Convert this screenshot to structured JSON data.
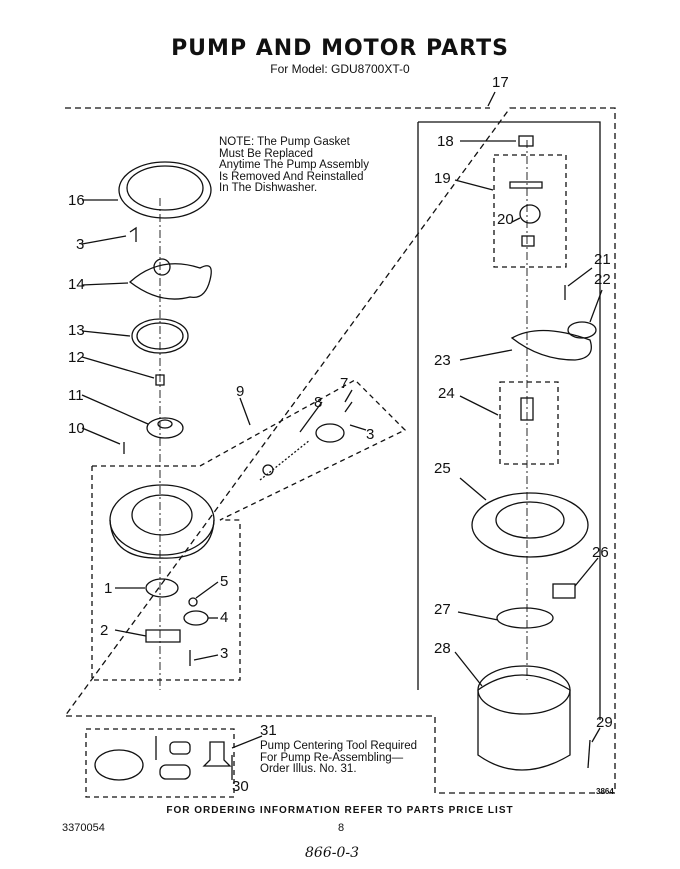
{
  "header": {
    "title": "PUMP AND MOTOR PARTS",
    "model": "For Model: GDU8700XT-0"
  },
  "note": "NOTE: The Pump Gasket\nMust Be Replaced\nAnytime The Pump Assembly\nIs Removed And Reinstalled\nIn The Dishwasher.",
  "tool_note": "Pump Centering Tool Required\nFor Pump Re-Assembling—\nOrder Illus. No. 31.",
  "callouts": {
    "c1": "1",
    "c2": "2",
    "c3a": "3",
    "c3b": "3",
    "c3c": "3",
    "c4": "4",
    "c5": "5",
    "c7": "7",
    "c8": "8",
    "c9": "9",
    "c10": "10",
    "c11": "11",
    "c12": "12",
    "c13": "13",
    "c14": "14",
    "c16": "16",
    "c17": "17",
    "c18": "18",
    "c19": "19",
    "c20": "20",
    "c21": "21",
    "c22": "22",
    "c23": "23",
    "c24": "24",
    "c25": "25",
    "c26": "26",
    "c27": "27",
    "c28": "28",
    "c29": "29",
    "c30": "30",
    "c31": "31"
  },
  "footer": {
    "ordering": "FOR ORDERING INFORMATION REFER TO PARTS PRICE LIST",
    "doc_number": "3370054",
    "page": "8",
    "handwritten": "866-0-3",
    "code": "3864"
  }
}
